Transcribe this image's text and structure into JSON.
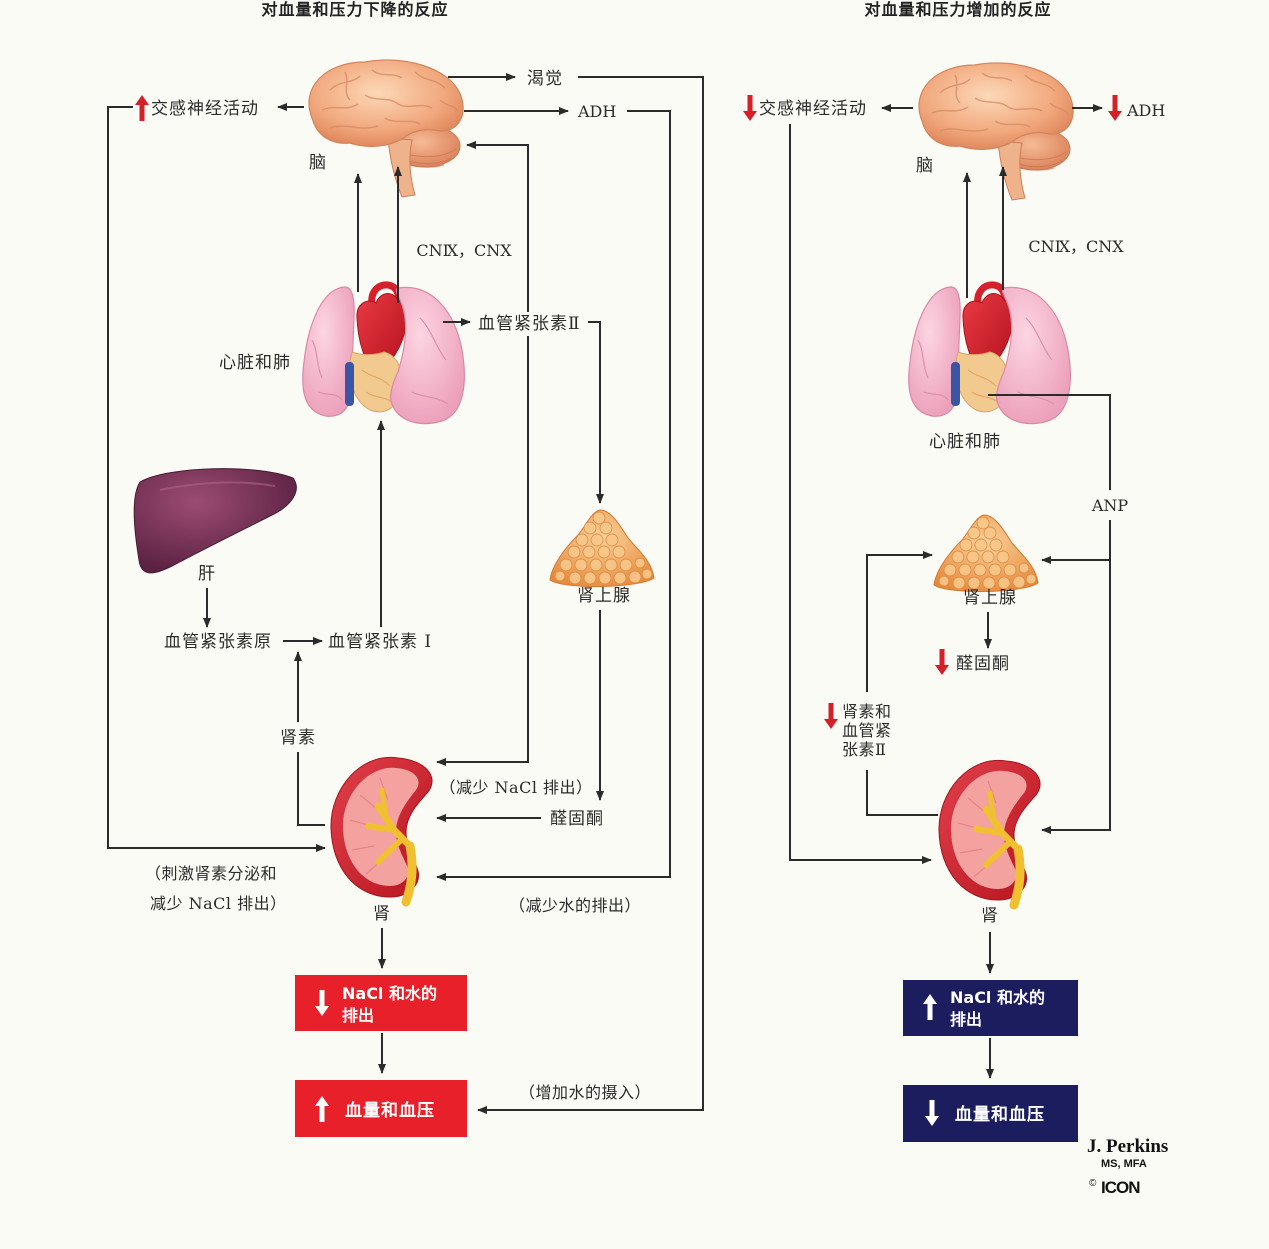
{
  "left_panel": {
    "title": "对血量和压力下降的反应",
    "thirst": "渴觉",
    "sympathetic_activity": "交感神经活动",
    "sympathetic_icon": "arrow-up-icon",
    "adh": "ADH",
    "brain": "脑",
    "cranial_nerves": "CNⅨ，CNⅩ",
    "angiotensin_2": "血管紧张素Ⅱ",
    "heart_and_lungs": "心脏和肺",
    "liver": "肝",
    "adrenal": "肾上腺",
    "angiotensinogen": "血管紧张素原",
    "angiotensin_1": "血管紧张素 Ⅰ",
    "renin": "肾素",
    "reduce_nacl_excretion": "（减少 NaCl 排出）",
    "aldosterone": "醛固酮",
    "stimulate_renin_line1": "（刺激肾素分泌和",
    "stimulate_renin_line2": "减少 NaCl 排出）",
    "kidney": "肾",
    "reduce_water_excretion": "（减少水的排出）",
    "increase_water_intake": "（增加水的摄入）",
    "excretion_box": {
      "line1": "NaCl 和水的",
      "line2": "排出",
      "icon": "arrow-down-icon"
    },
    "volume_box": {
      "label": "血量和血压",
      "icon": "arrow-up-icon"
    }
  },
  "right_panel": {
    "title": "对血量和压力增加的反应",
    "sympathetic_activity": "交感神经活动",
    "sympathetic_icon": "arrow-down-icon",
    "adh": "ADH",
    "adh_icon": "arrow-down-icon",
    "brain": "脑",
    "cranial_nerves": "CNⅨ，CNⅩ",
    "heart_and_lungs": "心脏和肺",
    "anp": "ANP",
    "adrenal": "肾上腺",
    "aldosterone": "醛固酮",
    "aldosterone_icon": "arrow-down-icon",
    "renin_line1": "肾素和",
    "renin_line2": "血管紧",
    "renin_line3": "张素Ⅱ",
    "renin_icon": "arrow-down-icon",
    "kidney": "肾",
    "excretion_box": {
      "line1": "NaCl 和水的",
      "line2": "排出",
      "icon": "arrow-up-icon"
    },
    "volume_box": {
      "label": "血量和血压",
      "icon": "arrow-down-icon"
    }
  },
  "credit": {
    "name": "J. Perkins",
    "degree": "MS, MFA",
    "copyright": "©",
    "logo": "ICON"
  },
  "colors": {
    "decrease_box": "#e8202a",
    "increase_box": "#1c1d5e",
    "indicator_red": "#d42027",
    "box_icon": "#ffffff"
  }
}
